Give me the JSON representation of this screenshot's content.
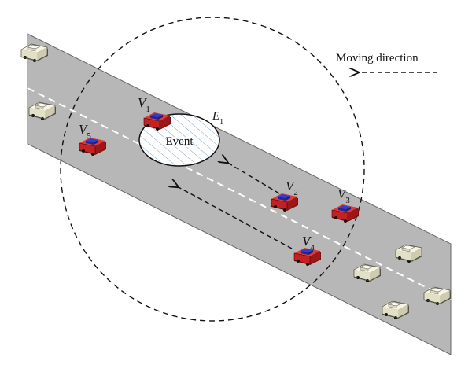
{
  "legend": {
    "text": "Moving direction"
  },
  "event": {
    "label": "Event",
    "name": "E",
    "subscript": "1"
  },
  "vehicles": [
    {
      "id": "V1",
      "name": "V",
      "subscript": "1",
      "color": "#d92b2b"
    },
    {
      "id": "V2",
      "name": "V",
      "subscript": "2",
      "color": "#d92b2b"
    },
    {
      "id": "V3",
      "name": "V",
      "subscript": "3",
      "color": "#d92b2b"
    },
    {
      "id": "V4",
      "name": "V",
      "subscript": "4",
      "color": "#d92b2b"
    },
    {
      "id": "V5",
      "name": "V",
      "subscript": "5",
      "color": "#d92b2b"
    }
  ],
  "colors": {
    "road": "#b7b7b7",
    "road_edge": "#555555",
    "lane_marking": "#ffffff",
    "event_hatch": "#7aa0c8",
    "other_car": "#f2f0dc",
    "car_accent": "#2b3fd0"
  }
}
